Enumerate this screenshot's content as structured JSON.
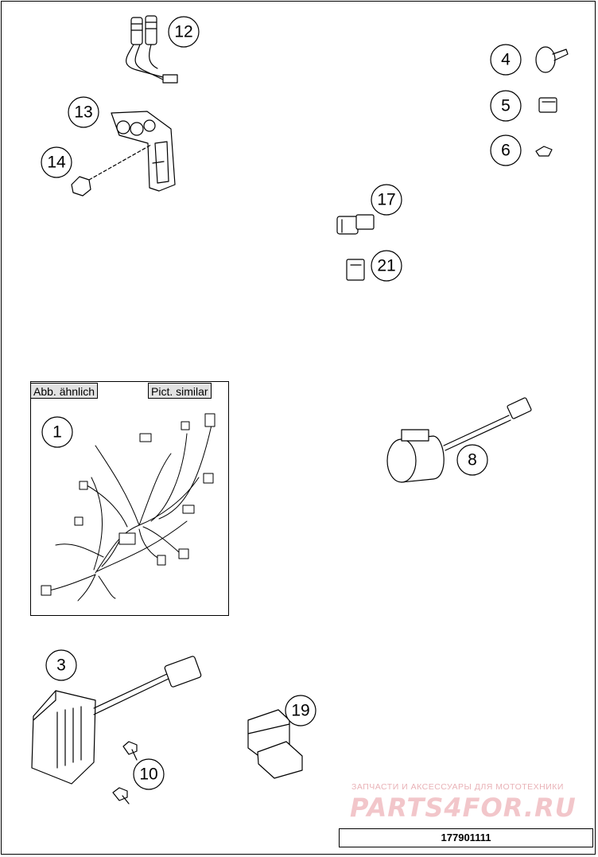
{
  "notes": {
    "left": "Abb. ähnlich",
    "right": "Pict. similar"
  },
  "callouts": [
    {
      "id": "c12",
      "label": "12"
    },
    {
      "id": "c13",
      "label": "13"
    },
    {
      "id": "c14",
      "label": "14"
    },
    {
      "id": "c4",
      "label": "4"
    },
    {
      "id": "c5",
      "label": "5"
    },
    {
      "id": "c6",
      "label": "6"
    },
    {
      "id": "c17",
      "label": "17"
    },
    {
      "id": "c21",
      "label": "21"
    },
    {
      "id": "c1",
      "label": "1"
    },
    {
      "id": "c8",
      "label": "8"
    },
    {
      "id": "c3",
      "label": "3"
    },
    {
      "id": "c19",
      "label": "19"
    },
    {
      "id": "c10",
      "label": "10"
    }
  ],
  "watermark": {
    "line1": "ЗАПЧАСТИ И АКСЕССУАРЫ ДЛЯ МОТОТЕХНИКИ",
    "line2": "PARTS4FOR.RU"
  },
  "document_number": "177901111",
  "colors": {
    "line": "#000000",
    "note_fill": "#e2e2e2",
    "watermark": "#e9b2b7"
  }
}
